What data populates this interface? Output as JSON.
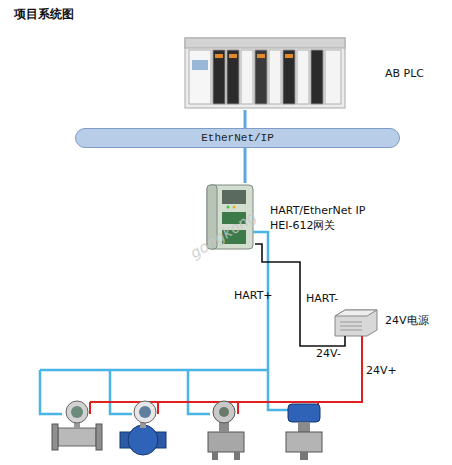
{
  "diagram": {
    "title": "项目系统图",
    "nodes": [
      {
        "text": [
          "AB PLC"
        ]
      },
      {
        "text": [
          "EtherNet/IP"
        ]
      },
      {
        "text": [
          "HART/EtherNet IP HEI-612网关"
        ]
      },
      {
        "text": [
          "24V电源"
        ]
      }
    ],
    "edges": [
      {
        "from": 0,
        "to": 1,
        "arrow": "none"
      },
      {
        "from": 1,
        "to": 2,
        "arrow": "none"
      },
      {
        "from": 2,
        "to": 3,
        "label": "HART-",
        "arrow": "none"
      }
    ],
    "labels": [
      "HART+",
      "24V-",
      "24V+",
      "gongkong"
    ]
  }
}
